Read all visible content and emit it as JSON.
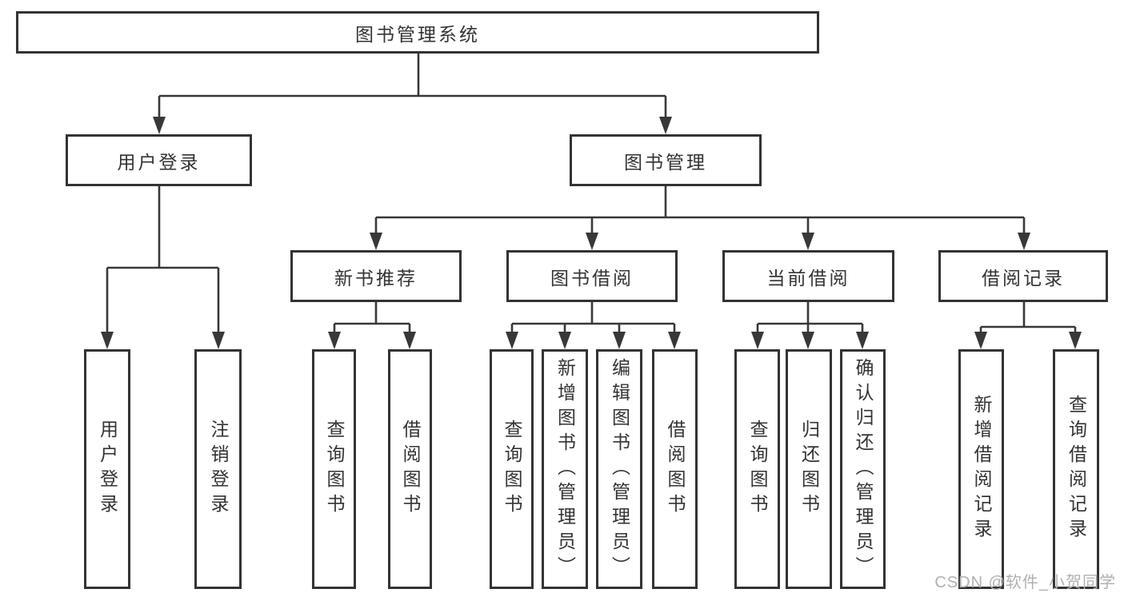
{
  "tree": {
    "label": "图书管理系统",
    "children": [
      {
        "label": "用户登录",
        "children": [
          {
            "label": "用户登录"
          },
          {
            "label": "注销登录"
          }
        ]
      },
      {
        "label": "图书管理",
        "children": [
          {
            "label": "新书推荐",
            "children": [
              {
                "label": "查询图书"
              },
              {
                "label": "借阅图书"
              }
            ]
          },
          {
            "label": "图书借阅",
            "children": [
              {
                "label": "查询图书"
              },
              {
                "label": "新增图书（管理员）"
              },
              {
                "label": "编辑图书（管理员）"
              },
              {
                "label": "借阅图书"
              }
            ]
          },
          {
            "label": "当前借阅",
            "children": [
              {
                "label": "查询图书"
              },
              {
                "label": "归还图书"
              },
              {
                "label": "确认归还（管理员）"
              }
            ]
          },
          {
            "label": "借阅记录",
            "children": [
              {
                "label": "新增借阅记录"
              },
              {
                "label": "查询借阅记录"
              }
            ]
          }
        ]
      }
    ]
  },
  "watermark": {
    "text": "CSDN @软件_小贺同学"
  },
  "colors": {
    "background": "#ffffff",
    "box_border": "#333333",
    "line": "#383838",
    "text": "#333333",
    "watermark_text": "#b0b0b0"
  }
}
